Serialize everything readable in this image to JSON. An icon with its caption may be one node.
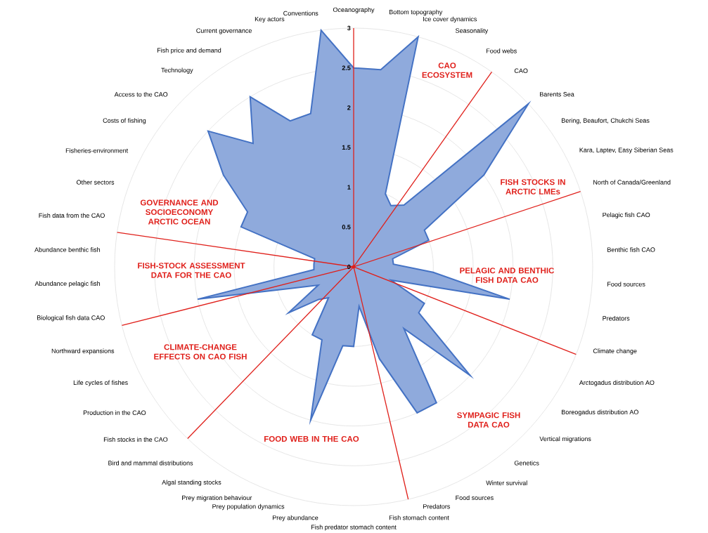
{
  "diagram": {
    "labels": [
      "3",
      "2.5",
      "2",
      "1.5",
      "1",
      "0.5",
      "0",
      "Oceanography",
      "Bottom topography",
      "Ice cover dynamics",
      "Seasonality",
      "Food webs",
      "CAO",
      "Barents Sea",
      "Bering, Beaufort, Chukchi Seas",
      "Kara, Laptev, Easy Siberian Seas",
      "North of Canada/Greenland",
      "Pelagic fish CAO",
      "Benthic fish CAO",
      "Food sources",
      "Predators",
      "Climate change",
      "Arctogadus distribution AO",
      "Boreogadus distribution AO",
      "Vertical migrations",
      "Genetics",
      "Winter survival",
      "Food sources",
      "Predators",
      "Fish stomach content",
      "Fish predator stomach content",
      "Prey abundance",
      "Prey population dynamics",
      "Prey migration behaviour",
      "Algal standing stocks",
      "Bird and mammal distributions",
      "Fish stocks in the CAO",
      "Production in the CAO",
      "Life cycles of fishes",
      "Northward expansions",
      "Biological fish data CAO",
      "Abundance pelagic fish",
      "Abundance benthic fish",
      "Fish data from the CAO",
      "Other sectors",
      "Fisheries-environment",
      "Costs of fishing",
      "Access to the CAO",
      "Technology",
      "Fish price and demand",
      "Current governance",
      "Key actors",
      "Conventions",
      "CAO ECOSYSTEM",
      "FISH STOCKS IN ARCTIC LMEs",
      "PELAGIC AND BENTHIC FISH DATA CAO",
      "SYMPAGIC FISH DATA CAO",
      "FOOD WEB IN THE CAO",
      "CLIMATE-CHANGE EFFECTS ON CAO FISH",
      "FISH-STOCK ASSESSMENT DATA FOR THE CAO",
      "GOVERNANCE AND SOCIOECONOMY ARCTIC OCEAN"
    ]
  }
}
